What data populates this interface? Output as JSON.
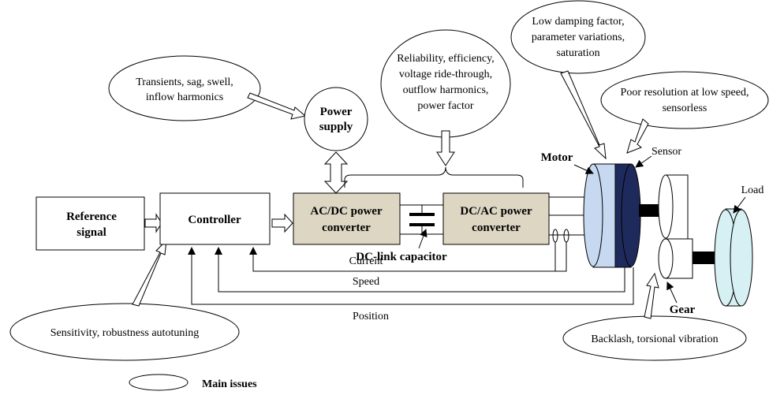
{
  "blocks": {
    "reference": [
      "Reference",
      "signal"
    ],
    "controller": "Controller",
    "acdc": [
      "AC/DC power",
      "converter"
    ],
    "dcac": [
      "DC/AC power",
      "converter"
    ],
    "power_supply": [
      "Power",
      "supply"
    ]
  },
  "labels": {
    "motor": "Motor",
    "sensor": "Sensor",
    "load": "Load",
    "gear": "Gear",
    "dc_link": "DC-link capacitor",
    "current": "Current",
    "speed": "Speed",
    "position": "Position",
    "legend": "Main issues"
  },
  "issues": {
    "supply": [
      "Transients, sag, swell,",
      "inflow harmonics"
    ],
    "converter": [
      "Reliability, efficiency,",
      "voltage ride-through,",
      "outflow harmonics,",
      "power factor"
    ],
    "motor": [
      "Low damping factor,",
      "parameter variations,",
      "saturation"
    ],
    "sensor": [
      "Poor resolution at low speed,",
      "sensorless"
    ],
    "controller": [
      "Sensitivity, robustness autotuning"
    ],
    "gear": [
      "Backlash, torsional vibration"
    ]
  },
  "colors": {
    "converter_fill": "#ddd6c3",
    "motor_fill": "#c6d9f1",
    "sensor_fill": "#1f2a5c",
    "load_fill": "#d6f0f3",
    "stroke": "#000000"
  }
}
